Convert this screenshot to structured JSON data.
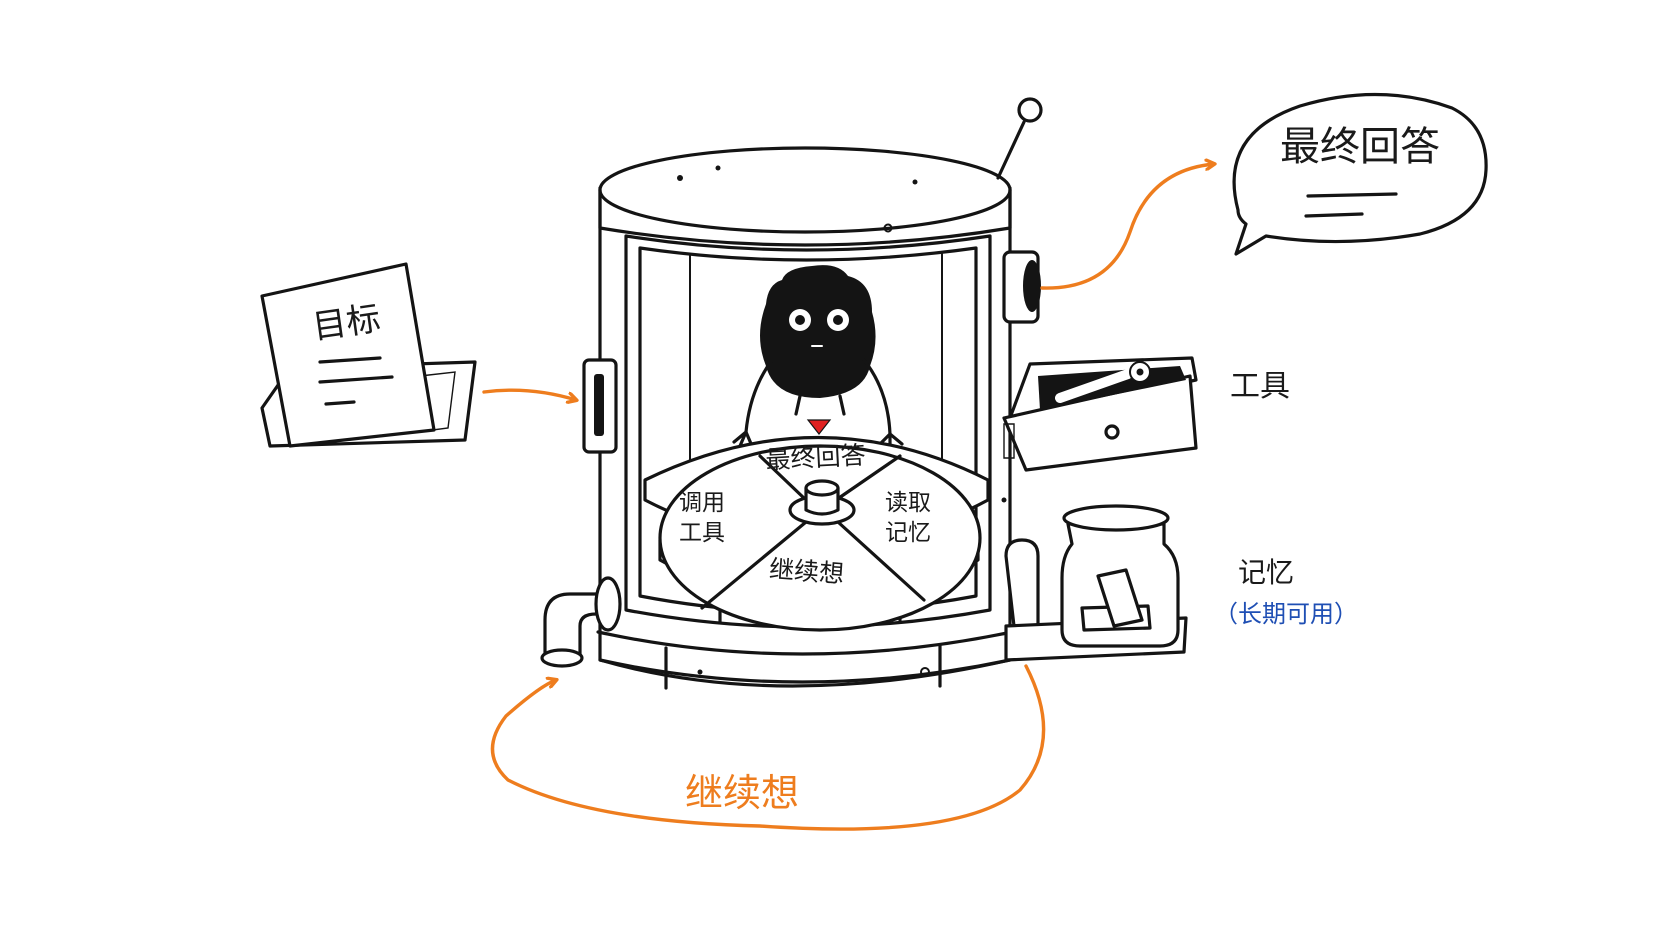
{
  "colors": {
    "ink": "#141414",
    "accent": "#ee7d1e",
    "blue": "#1f4fb4",
    "marker": "#e02020"
  },
  "goal": {
    "label": "目标"
  },
  "answer_bubble": {
    "label": "最终回答"
  },
  "wheel": {
    "top": "最终回答",
    "left": [
      "调用",
      "工具"
    ],
    "right": [
      "读取",
      "记忆"
    ],
    "bottom": "继续想"
  },
  "tools": {
    "label": "工具"
  },
  "memory": {
    "label": "记忆",
    "note": "（长期可用）"
  },
  "loop": {
    "label": "继续想"
  }
}
